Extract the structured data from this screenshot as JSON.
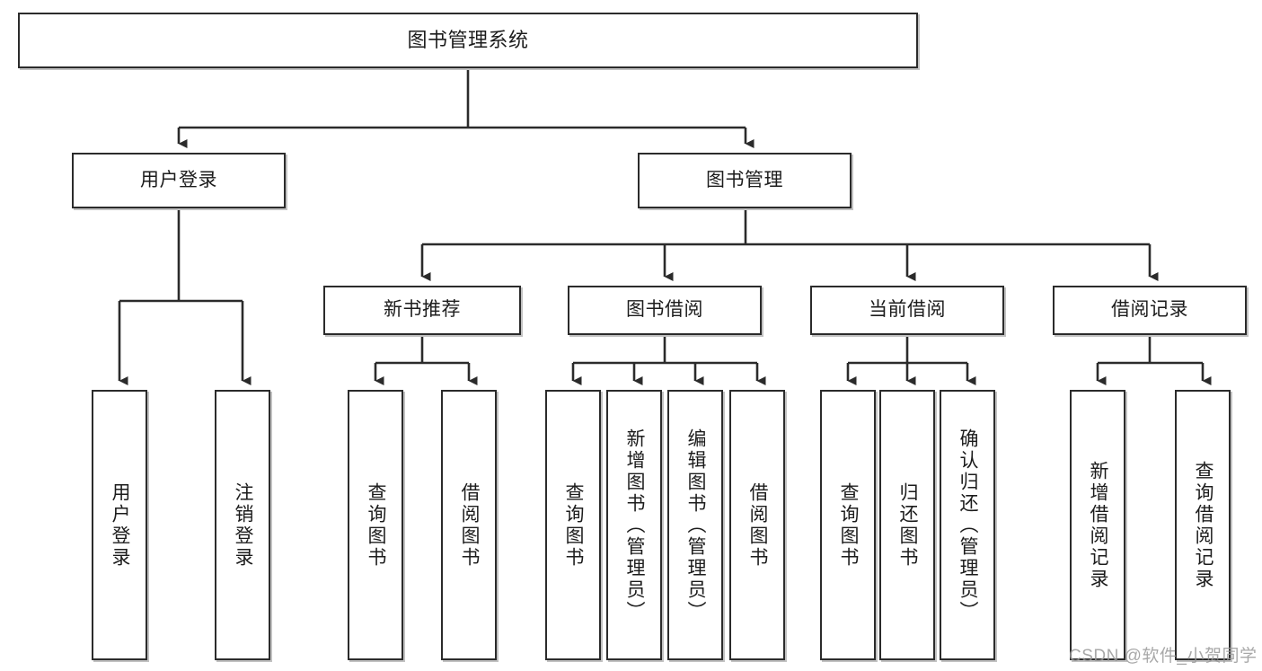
{
  "diagram": {
    "title": "图书管理系统",
    "type": "tree",
    "root": {
      "label": "图书管理系统"
    },
    "level2": [
      {
        "label": "用户登录"
      },
      {
        "label": "图书管理"
      }
    ],
    "level3": [
      {
        "label": "新书推荐"
      },
      {
        "label": "图书借阅"
      },
      {
        "label": "当前借阅"
      },
      {
        "label": "借阅记录"
      }
    ],
    "leaves": {
      "user_login": [
        {
          "label": "用户登录"
        },
        {
          "label": "注销登录"
        }
      ],
      "new_book_recommend": [
        {
          "label": "查询图书"
        },
        {
          "label": "借阅图书"
        }
      ],
      "book_borrow": [
        {
          "label": "查询图书"
        },
        {
          "label": "新增图书（管理员）"
        },
        {
          "label": "编辑图书（管理员）"
        },
        {
          "label": "借阅图书"
        }
      ],
      "current_borrow": [
        {
          "label": "查询图书"
        },
        {
          "label": "归还图书"
        },
        {
          "label": "确认归还（管理员）"
        }
      ],
      "borrow_record": [
        {
          "label": "新增借阅记录"
        },
        {
          "label": "查询借阅记录"
        }
      ]
    }
  },
  "watermark": {
    "text": "CSDN @软件_小贺同学"
  },
  "colors": {
    "stroke": "#2b2b2b",
    "fill": "#ffffff",
    "text": "#1c1c1c",
    "watermark": "#9a9a9a"
  }
}
